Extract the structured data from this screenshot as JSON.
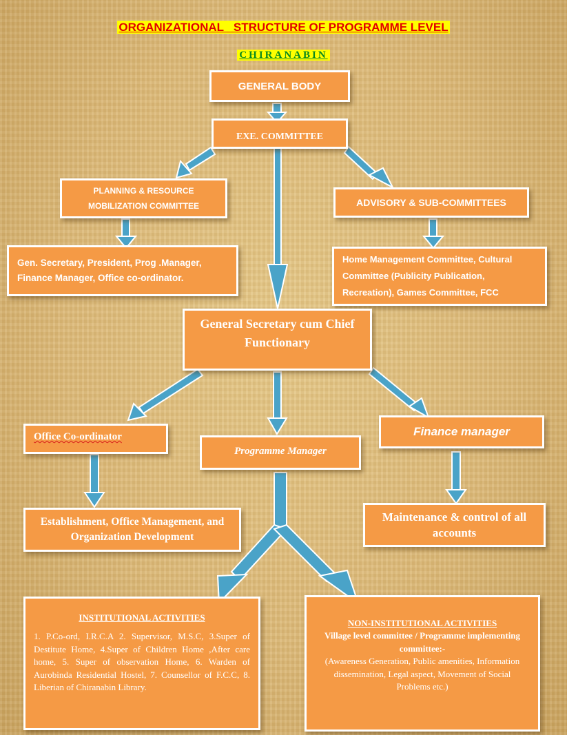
{
  "title": "ORGANIZATIONAL   STRUCTURE OF PROGRAMME LEVEL",
  "subtitle": "CHIRANABIN",
  "nodes": {
    "general_body": "GENERAL BODY",
    "exe_committee": "EXE. COMMITTEE",
    "planning_committee": "PLANNING & RESOURCE MOBILIZATION  COMMITTEE",
    "advisory": "ADVISORY & SUB-COMMITTEES",
    "planning_members": "Gen. Secretary, President, Prog .Manager, Finance Manager, Office co-ordinator.",
    "advisory_members": "Home Management Committee, Cultural Committee (Publicity Publication, Recreation), Games Committee, FCC",
    "general_secretary": "General Secretary cum Chief Functionary",
    "office_coordinator": "Office Co-ordinator",
    "programme_manager": "Programme Manager",
    "finance_manager": "Finance manager",
    "establishment": "Establishment, Office Management, and Organization Development",
    "maintenance": "Maintenance & control of all accounts"
  },
  "institutional": {
    "heading": "INSTITUTIONAL ACTIVITIES",
    "body": "1. P.Co-ord, I.R.C.A  2. Supervisor, M.S.C, 3.Super of Destitute Home, 4.Super of Children Home ,After care home, 5. Super of observation Home, 6. Warden of Aurobinda Residential Hostel, 7. Counsellor of F.C.C, 8. Liberian of Chiranabin Library."
  },
  "non_institutional": {
    "heading": "NON-INSTITUTIONAL ACTIVITIES",
    "line1": "Village level committee / Programme implementing committee:-",
    "line2": "(Awareness Generation, Public amenities, Information dissemination, Legal aspect, Movement of Social Problems etc.)"
  },
  "colors": {
    "box_fill": "#f59a45",
    "box_border": "#ffffff",
    "arrow": "#4aa3c8",
    "title_text": "#e20000",
    "title_highlight": "#ffff00",
    "subtitle_text": "#0a8a1e"
  }
}
